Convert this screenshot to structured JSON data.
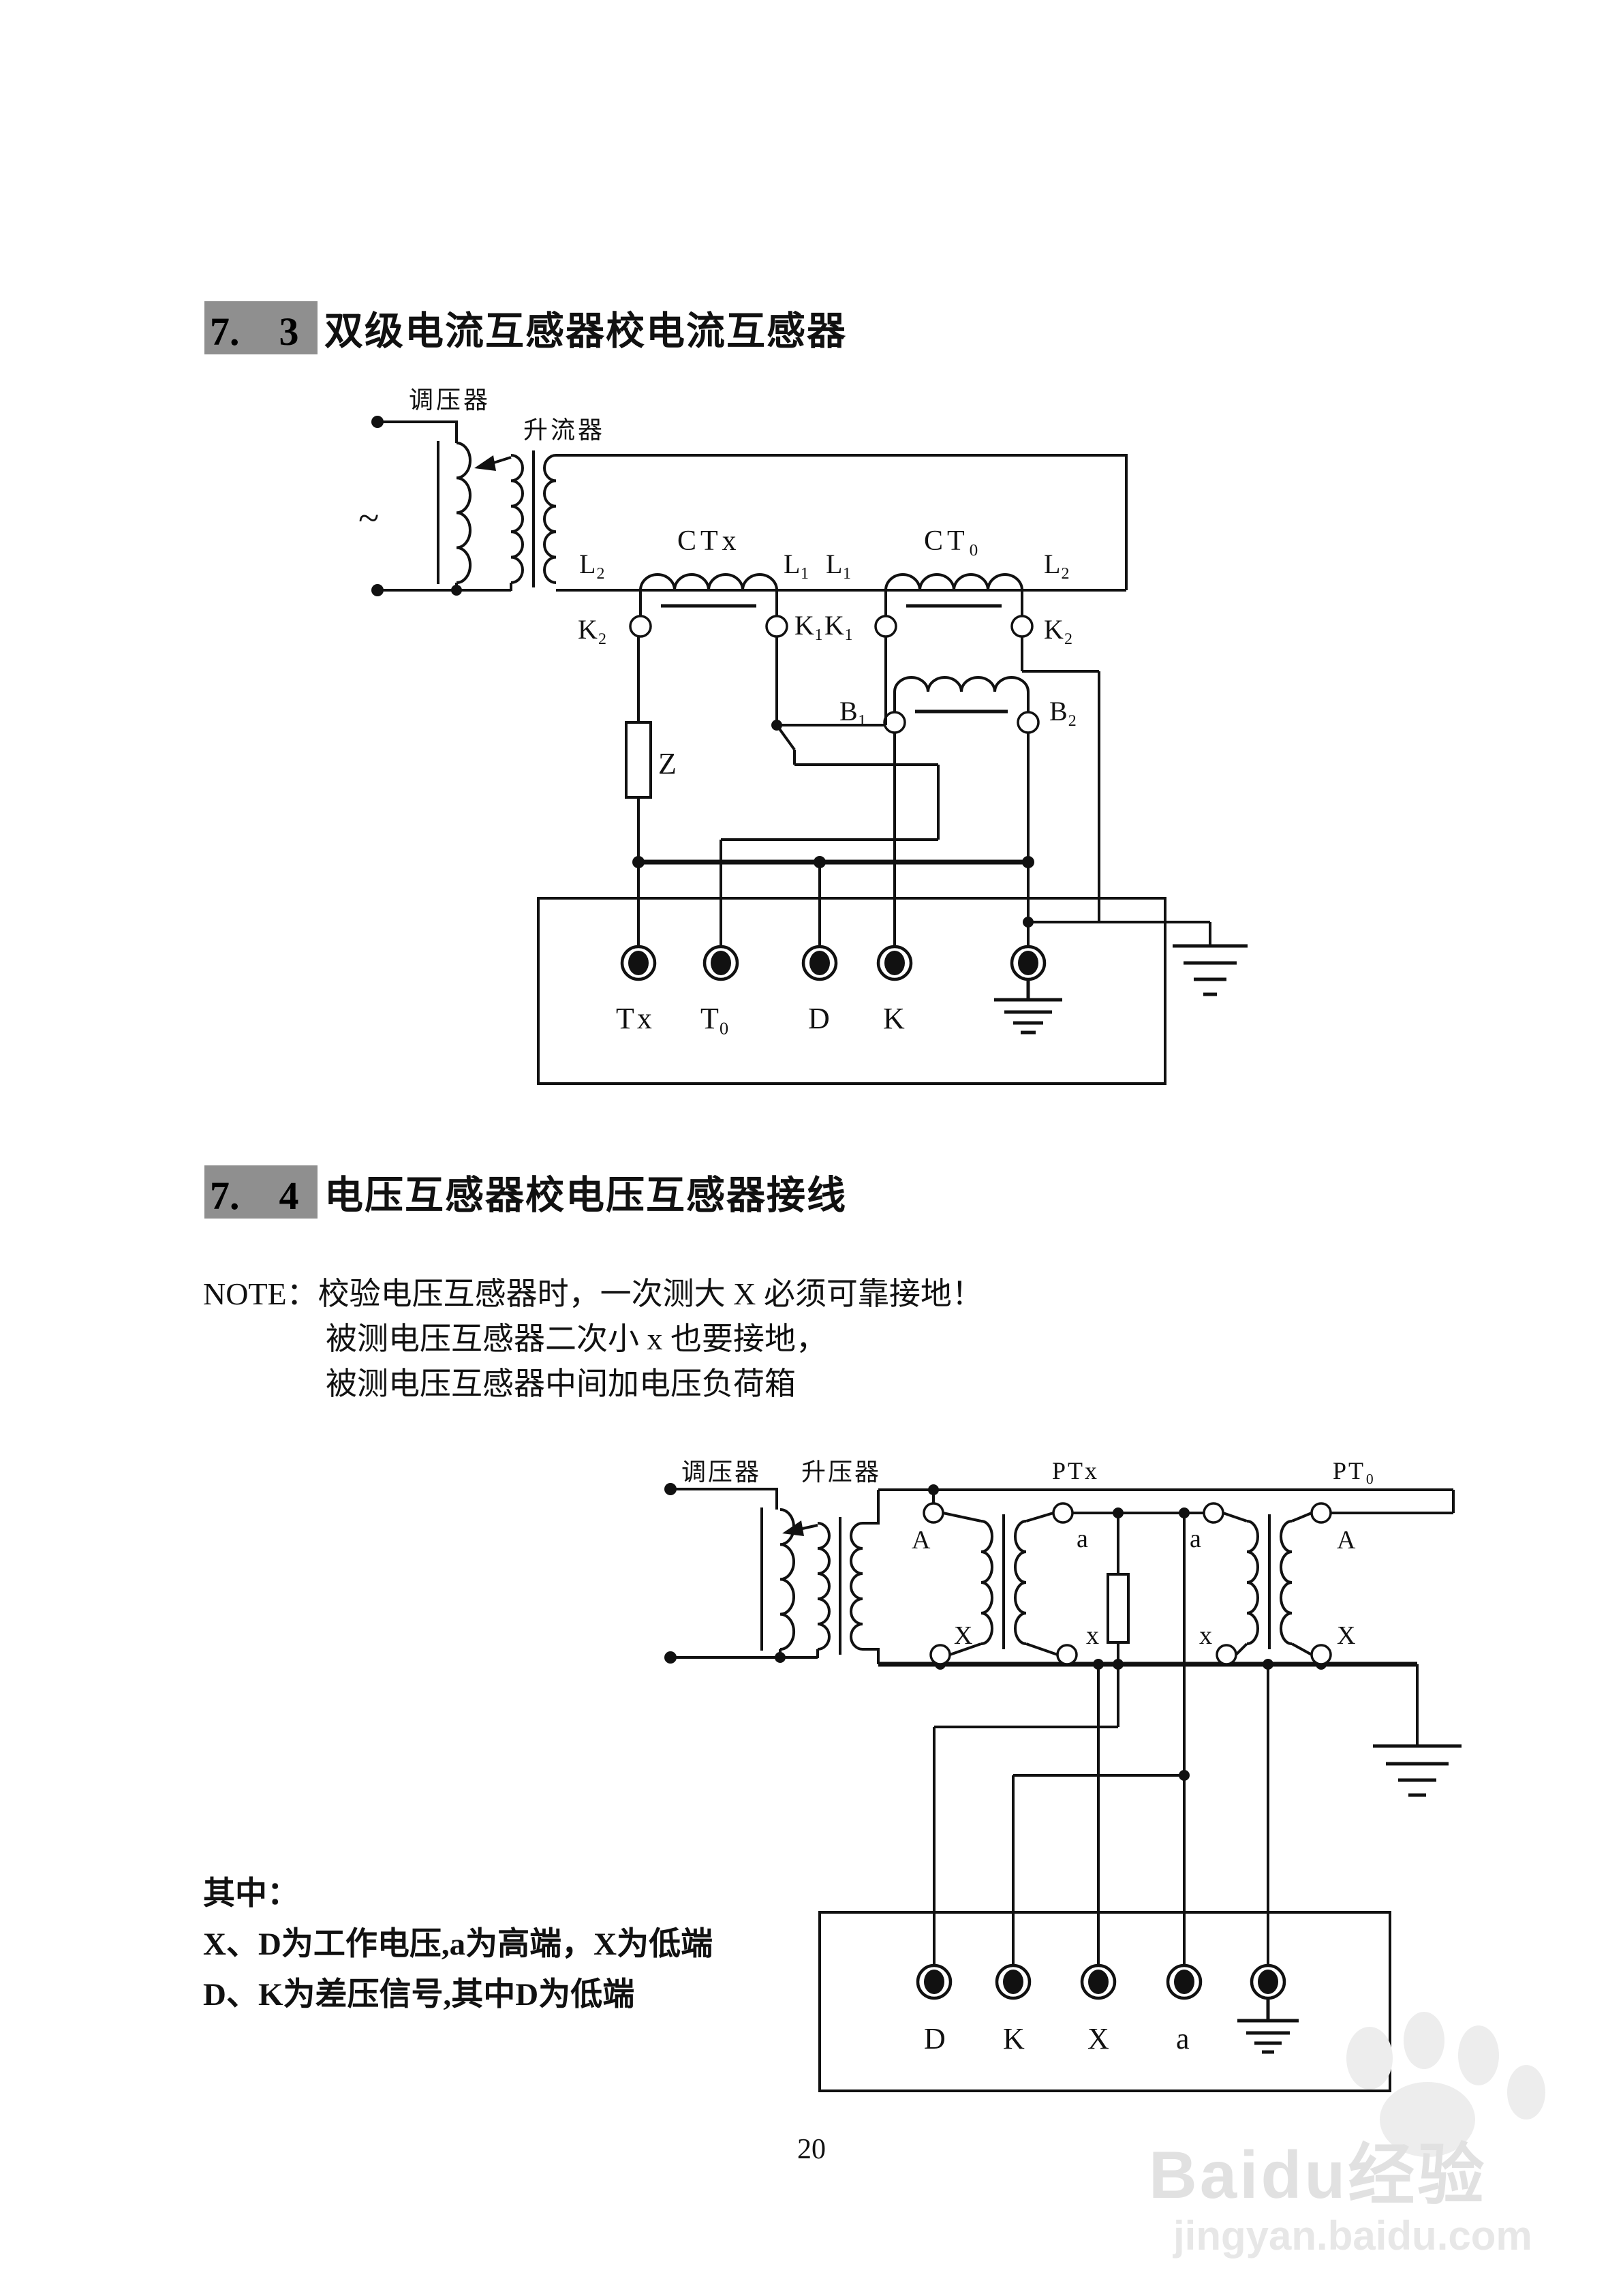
{
  "page_number": "20",
  "sections": {
    "s73": {
      "number": "7.　3",
      "title": "双级电流互感器校电流互感器"
    },
    "s74": {
      "number": "7.　4",
      "title": "电压互感器校电压互感器接线"
    }
  },
  "note": {
    "line1": "NOTE：校验电压互感器时，一次测大 X 必须可靠接地！",
    "line2": "被测电压互感器二次小 x 也要接地，",
    "line3": "被测电压互感器中间加电压负荷箱"
  },
  "legend": {
    "title": "其中：",
    "line1": "X、D为工作电压,a为高端，X为低端",
    "line2": "D、K为差压信号,其中D为低端"
  },
  "diagram1": {
    "regulator": "调压器",
    "booster": "升流器",
    "source": "~",
    "ctx_title": "CTx",
    "ct0_title": "CT₀",
    "ctx_l2": "L₂",
    "ctx_l1": "L₁",
    "ct0_l1": "L₁",
    "ct0_l2": "L₂",
    "ctx_k2": "K₂",
    "ctx_k1": "K₁",
    "ct0_k1": "K₁",
    "ct0_k2": "K₂",
    "b1": "B₁",
    "b2": "B₂",
    "burden": "Z",
    "term_tx": "Tx",
    "term_t0": "T₀",
    "term_d": "D",
    "term_k": "K"
  },
  "diagram2": {
    "regulator": "调压器",
    "booster": "升压器",
    "ptx_title": "PTx",
    "pt0_title": "PT₀",
    "ptx_A": "A",
    "ptx_X": "X",
    "ptx_a": "a",
    "ptx_x": "x",
    "pt0_a": "a",
    "pt0_x": "x",
    "pt0_A": "A",
    "pt0_X": "X",
    "term_d": "D",
    "term_k": "K",
    "term_x": "X",
    "term_a": "a"
  },
  "watermark": {
    "brand": "Baidu经验",
    "url": "jingyan.baidu.com"
  }
}
